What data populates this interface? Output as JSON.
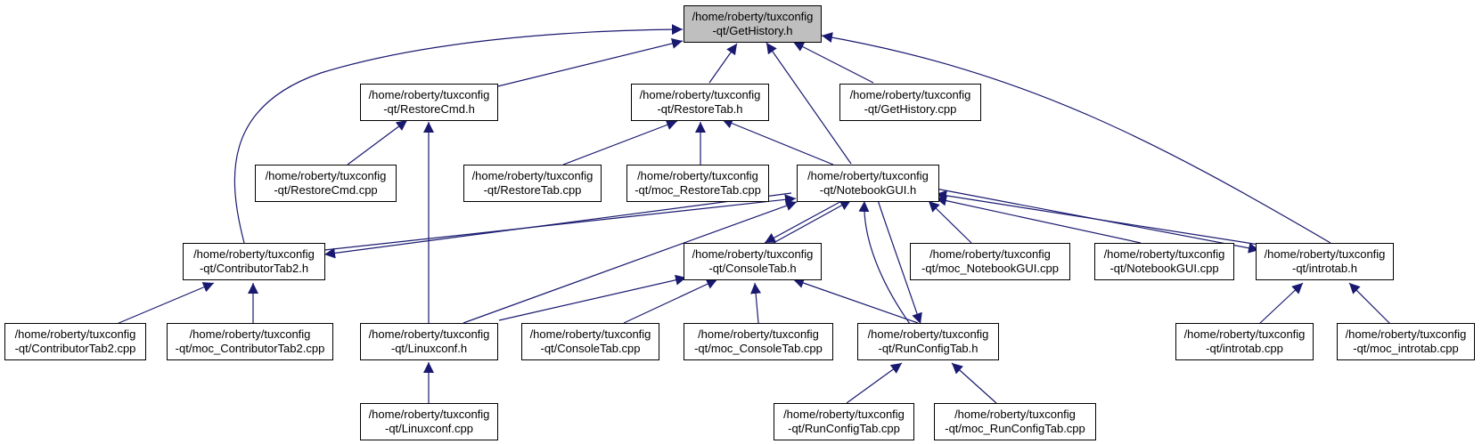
{
  "colors": {
    "edge": "#191970",
    "root_fill": "#bfbfbf",
    "node_fill": "#ffffff",
    "border": "#000000"
  },
  "nodes": {
    "gethistory_h": {
      "line1": "/home/roberty/tuxconfig",
      "line2": "-qt/GetHistory.h"
    },
    "restorecmd_h": {
      "line1": "/home/roberty/tuxconfig",
      "line2": "-qt/RestoreCmd.h"
    },
    "restoretab_h": {
      "line1": "/home/roberty/tuxconfig",
      "line2": "-qt/RestoreTab.h"
    },
    "gethistory_cpp": {
      "line1": "/home/roberty/tuxconfig",
      "line2": "-qt/GetHistory.cpp"
    },
    "restorecmd_cpp": {
      "line1": "/home/roberty/tuxconfig",
      "line2": "-qt/RestoreCmd.cpp"
    },
    "restoretab_cpp": {
      "line1": "/home/roberty/tuxconfig",
      "line2": "-qt/RestoreTab.cpp"
    },
    "moc_restoretab": {
      "line1": "/home/roberty/tuxconfig",
      "line2": "-qt/moc_RestoreTab.cpp"
    },
    "notebookgui_h": {
      "line1": "/home/roberty/tuxconfig",
      "line2": "-qt/NotebookGUI.h"
    },
    "contributortab2_h": {
      "line1": "/home/roberty/tuxconfig",
      "line2": "-qt/ContributorTab2.h"
    },
    "consoletab_h": {
      "line1": "/home/roberty/tuxconfig",
      "line2": "-qt/ConsoleTab.h"
    },
    "moc_notebookgui": {
      "line1": "/home/roberty/tuxconfig",
      "line2": "-qt/moc_NotebookGUI.cpp"
    },
    "notebookgui_cpp": {
      "line1": "/home/roberty/tuxconfig",
      "line2": "-qt/NotebookGUI.cpp"
    },
    "introtab_h": {
      "line1": "/home/roberty/tuxconfig",
      "line2": "-qt/introtab.h"
    },
    "contributortab2_cpp": {
      "line1": "/home/roberty/tuxconfig",
      "line2": "-qt/ContributorTab2.cpp"
    },
    "moc_contributortab2": {
      "line1": "/home/roberty/tuxconfig",
      "line2": "-qt/moc_ContributorTab2.cpp"
    },
    "linuxconf_h": {
      "line1": "/home/roberty/tuxconfig",
      "line2": "-qt/Linuxconf.h"
    },
    "consoletab_cpp": {
      "line1": "/home/roberty/tuxconfig",
      "line2": "-qt/ConsoleTab.cpp"
    },
    "moc_consoletab": {
      "line1": "/home/roberty/tuxconfig",
      "line2": "-qt/moc_ConsoleTab.cpp"
    },
    "runconfigtab_h": {
      "line1": "/home/roberty/tuxconfig",
      "line2": "-qt/RunConfigTab.h"
    },
    "introtab_cpp": {
      "line1": "/home/roberty/tuxconfig",
      "line2": "-qt/introtab.cpp"
    },
    "moc_introtab": {
      "line1": "/home/roberty/tuxconfig",
      "line2": "-qt/moc_introtab.cpp"
    },
    "linuxconf_cpp": {
      "line1": "/home/roberty/tuxconfig",
      "line2": "-qt/Linuxconf.cpp"
    },
    "runconfigtab_cpp": {
      "line1": "/home/roberty/tuxconfig",
      "line2": "-qt/RunConfigTab.cpp"
    },
    "moc_runconfigtab": {
      "line1": "/home/roberty/tuxconfig",
      "line2": "-qt/moc_RunConfigTab.cpp"
    }
  }
}
